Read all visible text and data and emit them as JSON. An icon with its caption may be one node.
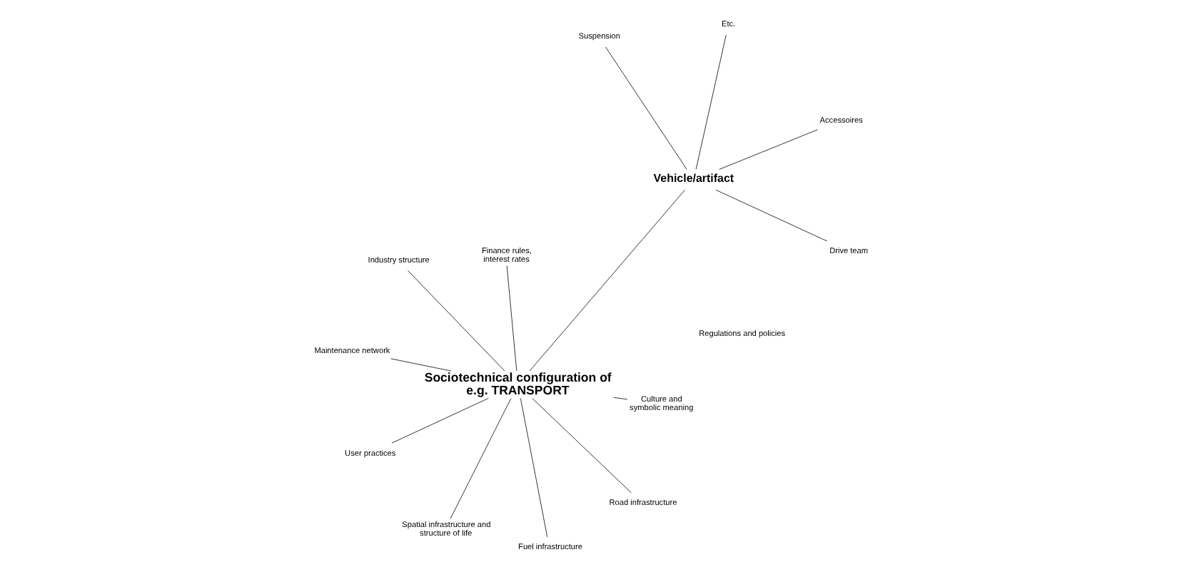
{
  "diagram": {
    "nodes": [
      {
        "text": [
          "Sociotechnical configuration of e.g. TRANSPORT"
        ]
      },
      {
        "text": [
          "Culture and symbolic meaning"
        ]
      },
      {
        "text": [
          "Spatial infrastructure and structure of life"
        ]
      },
      {
        "text": [
          "Industry structure"
        ]
      },
      {
        "text": [
          "Finance rules, interest rates"
        ]
      },
      {
        "text": [
          "Maintenance network"
        ]
      },
      {
        "text": [
          "User practices"
        ]
      },
      {
        "text": [
          "Road infrastructure"
        ]
      },
      {
        "text": [
          "Vehicle/artifact"
        ]
      },
      {
        "text": [
          "Fuel infrastructure"
        ]
      },
      {
        "text": [
          "Drive team"
        ]
      },
      {
        "text": [
          "Suspension"
        ]
      },
      {
        "text": [
          "Accessoires"
        ]
      },
      {
        "text": [
          "Etc."
        ]
      }
    ],
    "edges": [
      {
        "from": 1,
        "to": 0,
        "arrow": "none"
      },
      {
        "from": 2,
        "to": 0,
        "arrow": "none"
      },
      {
        "from": 3,
        "to": 0,
        "arrow": "none"
      },
      {
        "from": 4,
        "to": 0,
        "arrow": "none"
      },
      {
        "from": 5,
        "to": 0,
        "arrow": "none"
      },
      {
        "from": 6,
        "to": 0,
        "arrow": "none"
      },
      {
        "from": 7,
        "to": 0,
        "arrow": "none"
      },
      {
        "from": 0,
        "to": 8,
        "arrow": "none"
      },
      {
        "from": 9,
        "to": 0,
        "arrow": "none"
      },
      {
        "from": 8,
        "to": 10,
        "arrow": "none"
      },
      {
        "from": 8,
        "to": 11,
        "arrow": "none"
      },
      {
        "from": 8,
        "to": 12,
        "arrow": "none"
      },
      {
        "from": 8,
        "to": 13,
        "arrow": "none"
      }
    ],
    "labels": [
      "Regulations and policies"
    ]
  }
}
